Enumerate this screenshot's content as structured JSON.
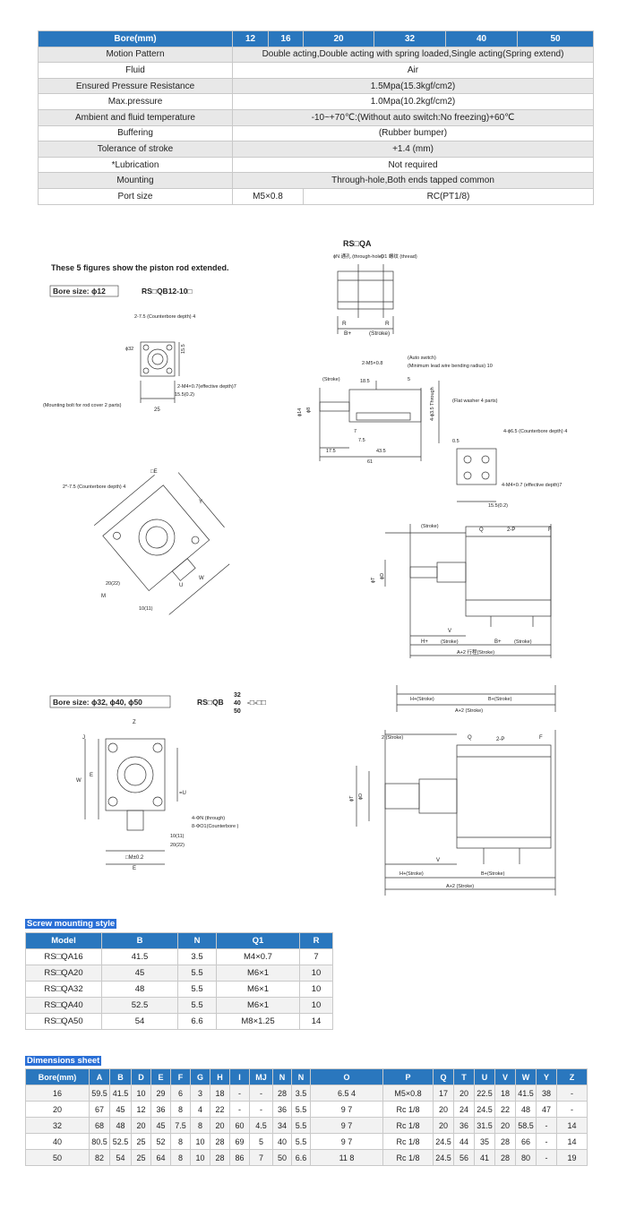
{
  "spec_table": {
    "header": [
      "Bore(mm)",
      "12",
      "16",
      "20",
      "32",
      "40",
      "50"
    ],
    "rows": [
      {
        "label": "Motion Pattern",
        "value": "Double acting,Double acting with spring loaded,Single acting(Spring extend)"
      },
      {
        "label": "Fluid",
        "value": "Air"
      },
      {
        "label": "Ensured Pressure Resistance",
        "value": "1.5Mpa(15.3kgf/cm2)"
      },
      {
        "label": "Max.pressure",
        "value": "1.0Mpa(10.2kgf/cm2)"
      },
      {
        "label": "Ambient and fluid temperature",
        "value": "-10~+70℃:(Without auto switch:No freezing)+60℃"
      },
      {
        "label": "Buffering",
        "value": "(Rubber bumper)"
      },
      {
        "label": "Tolerance of stroke",
        "value": "+1.4 (mm)"
      },
      {
        "label": "*Lubrication",
        "value": "Not required"
      },
      {
        "label": "Mounting",
        "value": "Through-hole,Both ends tapped common"
      }
    ],
    "port": {
      "label": "Port size",
      "small": "M5×0.8",
      "large": "RC(PT1/8)"
    }
  },
  "drawings": {
    "intro": "These 5 figures show the piston rod extended.",
    "bore12_label": "Bore size: ϕ12",
    "bore12_model": "RS□QB12-10□",
    "rsqa_title": "RS□QA",
    "through_hole": "ϕN 通孔 (through-hole)",
    "thread": "O1 螺纹 (thread)",
    "r_label": "R",
    "b_plus": "B+",
    "stroke": "(Stroke)",
    "counterbore_4": "2-7.5 (Counterbore depth) 4",
    "m4_thread": "2-M4×0.7(effective depth)7",
    "dim_155_02": "15.5(0.2)",
    "dim_155": "15.5",
    "dim_25": "25",
    "phi32": "ϕ32",
    "mounting_bolt": "(Mounting bolt for rod cover 2 parts)",
    "m5_port": "2-M5×0.8",
    "auto_switch": "(Auto switch)",
    "min_bend": "(Minimum lead wire bending radius) 10",
    "dim_185": "18.5",
    "dim_5": "5",
    "phi14": "ϕ14",
    "phi8": "ϕ8",
    "through_35": "4-ϕ3.5 Through",
    "flat_washer": "(Flat washer 4 parts)",
    "dim_7": "7",
    "dim_75": "7.5",
    "dim_175": "17.5",
    "dim_435": "43.5",
    "dim_61": "61",
    "dim_05": "0.5",
    "cb_65": "4-ϕ6.5 (Counterbore depth) 4",
    "m4_4": "4-M4×0.7 (effective depth)7",
    "box_e": "□E",
    "cb_75b": "2*-7.5 (Counterbore depth) 4",
    "y": "Y",
    "u": "U",
    "w": "W",
    "m": "M",
    "d20": "20(22)",
    "d10": "10(11)",
    "q": "Q",
    "two_p": "2-P",
    "f": "F",
    "phi_t": "ϕT",
    "phi_d": "ϕD",
    "v": "V",
    "h_plus": "H+",
    "a_plus2": "A+2 行程(Stroke)",
    "bore_multi": "Bore size: ϕ32, ϕ40, ϕ50",
    "model_multi_prefix": "RS□QB",
    "model_multi_sizes": [
      "32",
      "40",
      "50"
    ],
    "model_multi_suffix": "-□-□□",
    "h_plus_stroke": "H+(Stroke)",
    "b_plus_stroke": "B+(Stroke)",
    "a_plus2_stroke": "A+2 (Stroke)",
    "two_stroke": "2 (Stroke)",
    "z": "Z",
    "j": "J",
    "e": "E",
    "eq_u": "=U",
    "n_through": "4-ΦN (through)",
    "o1_counterbore": "8-ΦO1(Counterbore )",
    "d10b": "10(11)",
    "d20b": "20(22)",
    "m_tol": "□M±0.2"
  },
  "screw_table": {
    "title": "Screw mounting style",
    "header": [
      "Model",
      "B",
      "N",
      "Q1",
      "R"
    ],
    "rows": [
      [
        "RS□QA16",
        "41.5",
        "3.5",
        "M4×0.7",
        "7"
      ],
      [
        "RS□QA20",
        "45",
        "5.5",
        "M6×1",
        "10"
      ],
      [
        "RS□QA32",
        "48",
        "5.5",
        "M6×1",
        "10"
      ],
      [
        "RS□QA40",
        "52.5",
        "5.5",
        "M6×1",
        "10"
      ],
      [
        "RS□QA50",
        "54",
        "6.6",
        "M8×1.25",
        "14"
      ]
    ]
  },
  "dim_table": {
    "title": "Dimensions sheet",
    "header": [
      "Bore(mm)",
      "A",
      "B",
      "D",
      "E",
      "F",
      "G",
      "H",
      "I",
      "MJ",
      "N",
      "O",
      "P",
      "Q",
      "T",
      "U",
      "V",
      "W",
      "Y",
      "Z"
    ],
    "rows": [
      [
        "16",
        "59.5",
        "41.5",
        "10",
        "29",
        "6",
        "3",
        "18",
        "-",
        "-",
        "28",
        "3.5",
        "6.5  4",
        "M5×0.8",
        "17",
        "20",
        "22.5",
        "18",
        "41.5",
        "38",
        "-"
      ],
      [
        "20",
        "67",
        "45",
        "12",
        "36",
        "8",
        "4",
        "22",
        "-",
        "-",
        "36",
        "5.5",
        "9  7",
        "Rc 1/8",
        "20",
        "24",
        "24.5",
        "22",
        "48",
        "47",
        "-"
      ],
      [
        "32",
        "68",
        "48",
        "20",
        "45",
        "7.5",
        "8",
        "20",
        "60",
        "4.5",
        "34",
        "5.5",
        "9  7",
        "Rc 1/8",
        "20",
        "36",
        "31.5",
        "20",
        "58.5",
        "-",
        "14"
      ],
      [
        "40",
        "80.5",
        "52.5",
        "25",
        "52",
        "8",
        "10",
        "28",
        "69",
        "5",
        "40",
        "5.5",
        "9  7",
        "Rc 1/8",
        "24.5",
        "44",
        "35",
        "28",
        "66",
        "-",
        "14"
      ],
      [
        "50",
        "82",
        "54",
        "25",
        "64",
        "8",
        "10",
        "28",
        "86",
        "7",
        "50",
        "6.6",
        "11  8",
        "Rc 1/8",
        "24.5",
        "56",
        "41",
        "28",
        "80",
        "-",
        "19"
      ]
    ]
  }
}
